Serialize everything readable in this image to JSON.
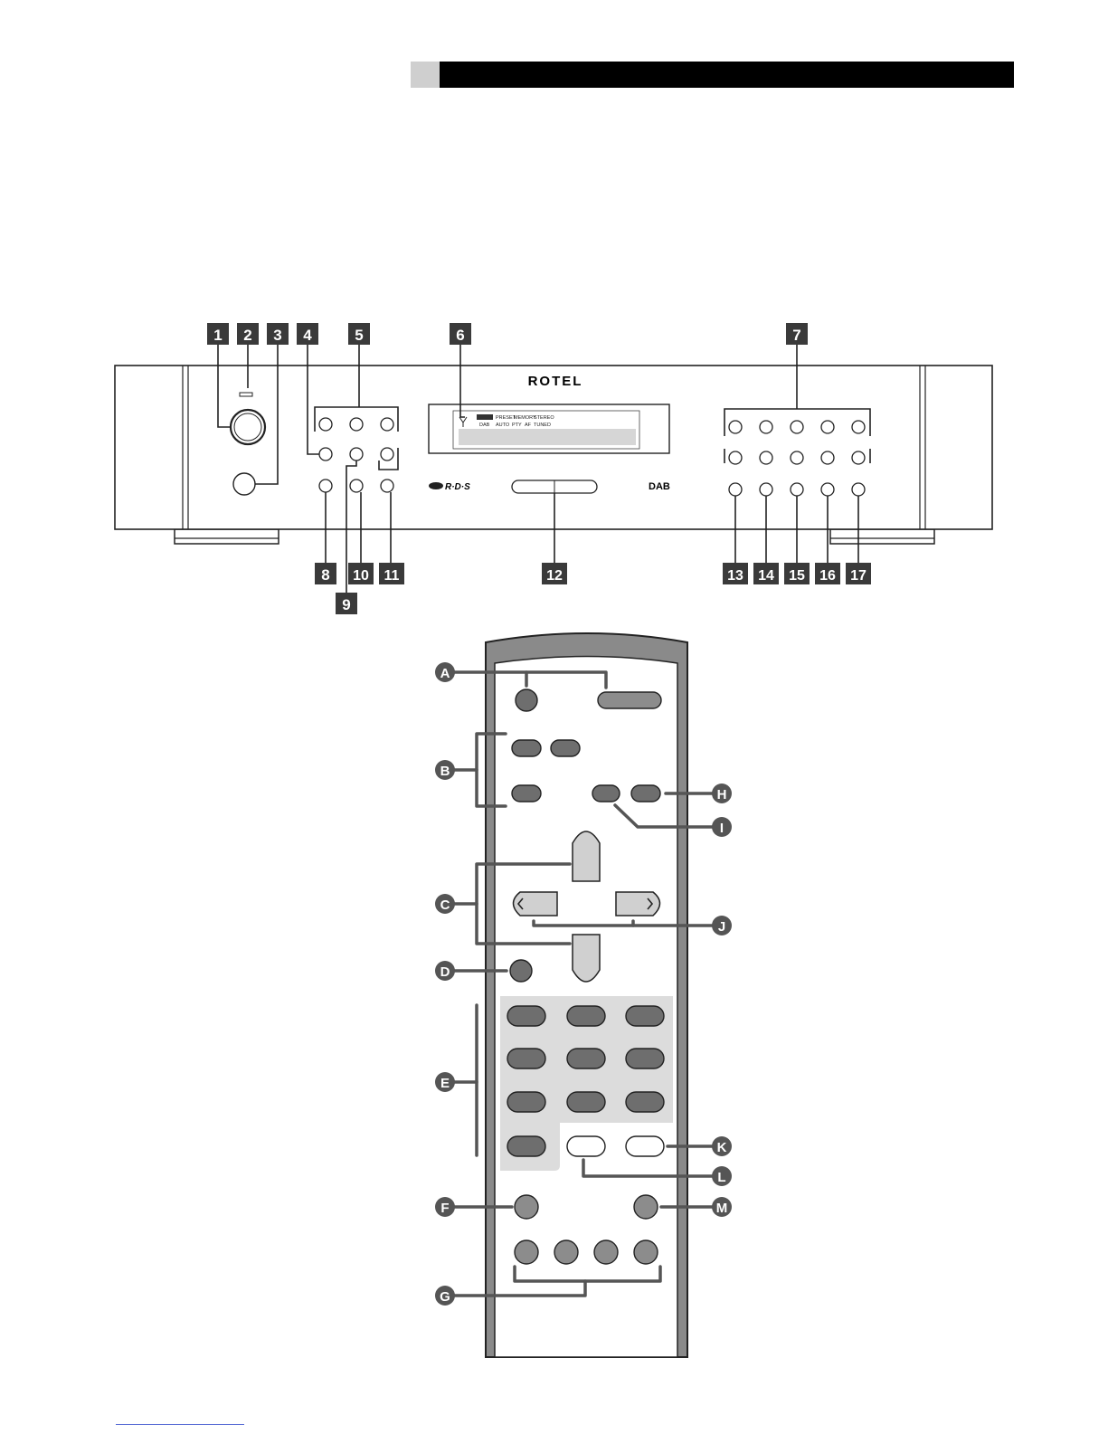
{
  "header": {
    "accent_grey": "#cfcfcf",
    "bar_color": "#000000"
  },
  "front_panel": {
    "brand": "ROTEL",
    "display_indicators_top": [
      "PRESET",
      "MEMORY",
      "STEREO"
    ],
    "display_indicators_bottom": [
      "DAB",
      "AUTO",
      "PTY",
      "AF",
      "TUNED"
    ],
    "rds_logo": "R·D·S",
    "dab_logo": "DAB",
    "callouts_top": [
      "1",
      "2",
      "3",
      "4",
      "5",
      "6",
      "7"
    ],
    "callouts_bottom": [
      "8",
      "9",
      "10",
      "11",
      "12",
      "13",
      "14",
      "15",
      "16",
      "17"
    ]
  },
  "remote": {
    "callouts_left": [
      "A",
      "B",
      "C",
      "D",
      "E",
      "F",
      "G"
    ],
    "callouts_right": [
      "H",
      "I",
      "J",
      "K",
      "L",
      "M"
    ],
    "left_arrow_icon": "chevron-left-icon",
    "right_arrow_icon": "chevron-right-icon"
  }
}
